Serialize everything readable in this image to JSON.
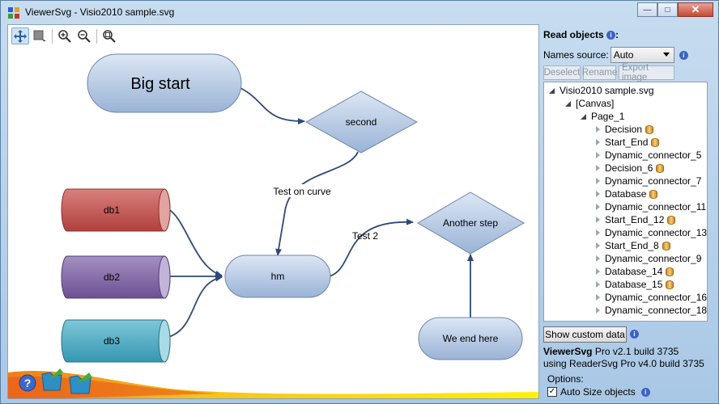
{
  "window": {
    "title": "ViewerSvg - Visio2010 sample.svg",
    "buttons": {
      "minimize": "—",
      "maximize": "□",
      "close": "✕"
    }
  },
  "toolbar": {
    "tools": [
      "pan-tool",
      "select-tool",
      "zoom-in",
      "zoom-out",
      "zoom-fit"
    ]
  },
  "diagram": {
    "nodes": {
      "big_start": "Big start",
      "second": "second",
      "db1": "db1",
      "db2": "db2",
      "db3": "db3",
      "hm": "hm",
      "another_step": "Another step",
      "we_end_here": "We end here"
    },
    "edge_labels": {
      "test_on_curve": "Test on curve",
      "test_2": "Test 2"
    },
    "colors": {
      "shape_fill_top": "#d5e2f1",
      "shape_fill_bottom": "#9bb4d6",
      "connector": "#2d4a78",
      "db1": "#c0504d",
      "db2": "#8064a2",
      "db3": "#4bacc6"
    }
  },
  "panel": {
    "title": "Read objects",
    "names_source_label": "Names source:",
    "names_source_value": "Auto",
    "buttons": {
      "deselect": "Deselect",
      "rename": "Rename",
      "export": "Export image"
    },
    "tree": {
      "root": "Visio2010 sample.svg",
      "canvas": "[Canvas]",
      "page": "Page_1",
      "items": [
        {
          "label": "Decision",
          "db": true
        },
        {
          "label": "Start_End",
          "db": true
        },
        {
          "label": "Dynamic_connector_5",
          "db": false
        },
        {
          "label": "Decision_6",
          "db": true
        },
        {
          "label": "Dynamic_connector_7",
          "db": false
        },
        {
          "label": "Database",
          "db": true
        },
        {
          "label": "Dynamic_connector_11",
          "db": false
        },
        {
          "label": "Start_End_12",
          "db": true
        },
        {
          "label": "Dynamic_connector_13",
          "db": false
        },
        {
          "label": "Start_End_8",
          "db": true
        },
        {
          "label": "Dynamic_connector_9",
          "db": false
        },
        {
          "label": "Database_14",
          "db": true
        },
        {
          "label": "Database_15",
          "db": true
        },
        {
          "label": "Dynamic_connector_16",
          "db": false
        },
        {
          "label": "Dynamic_connector_18",
          "db": false
        }
      ]
    },
    "show_custom_data": "Show custom data",
    "version_line1_app": "ViewerSvg",
    "version_line1_rest": " Pro v2.1 build 3735",
    "version_line2": "using ReaderSvg Pro v4.0 build 3735",
    "options_label": "Options:",
    "auto_size_label": "Auto Size objects",
    "auto_size_checked": "✓"
  }
}
